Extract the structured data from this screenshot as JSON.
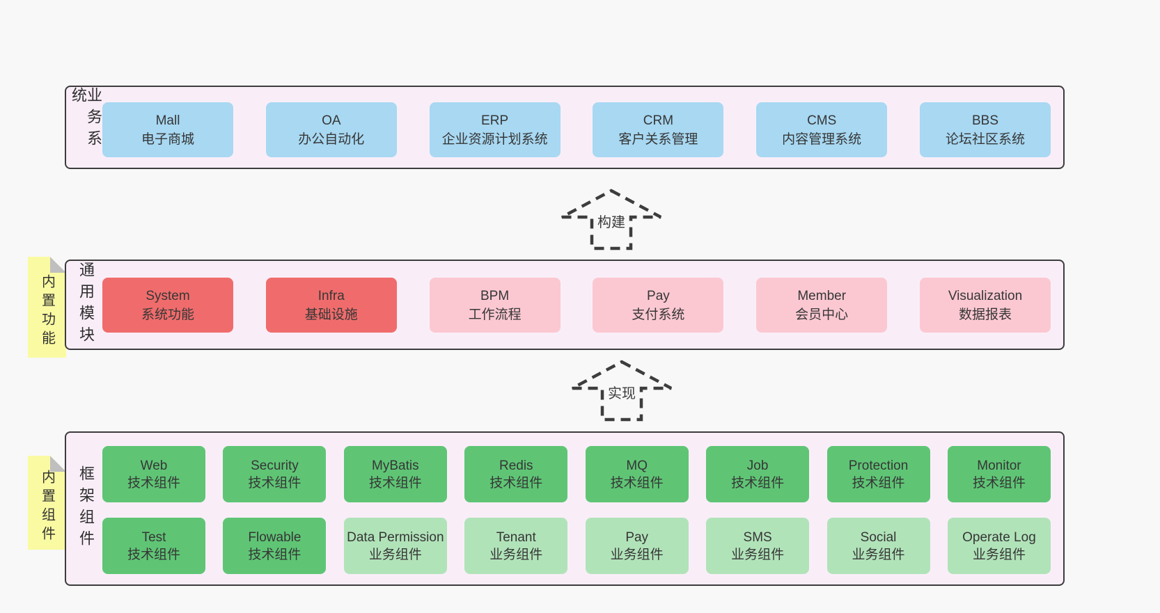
{
  "colors": {
    "page_bg": "#f8f8f8",
    "panel_bg": "#f9eef8",
    "panel_border": "#3c3c3c",
    "business_box": "#a8d8f2",
    "core_module_box": "#f06c6c",
    "optional_module_box": "#fbc8d2",
    "tech_component_box": "#5fc575",
    "biz_component_box": "#b1e3b9",
    "sticky_tag": "#fafaa2",
    "sticky_fold": "#bfbfbf"
  },
  "arrows": {
    "build": {
      "label": "构建"
    },
    "implement": {
      "label": "实现"
    }
  },
  "tags": {
    "builtin_features": "内置功能",
    "builtin_components": "内置组件"
  },
  "sections": {
    "business": {
      "label": "业务系统",
      "boxes": [
        {
          "name": "Mall",
          "desc": "电子商城"
        },
        {
          "name": "OA",
          "desc": "办公自动化"
        },
        {
          "name": "ERP",
          "desc": "企业资源计划系统"
        },
        {
          "name": "CRM",
          "desc": "客户关系管理"
        },
        {
          "name": "CMS",
          "desc": "内容管理系统"
        },
        {
          "name": "BBS",
          "desc": "论坛社区系统"
        }
      ]
    },
    "modules": {
      "label": "通用模块",
      "boxes": [
        {
          "name": "System",
          "desc": "系统功能"
        },
        {
          "name": "Infra",
          "desc": "基础设施"
        },
        {
          "name": "BPM",
          "desc": "工作流程"
        },
        {
          "name": "Pay",
          "desc": "支付系统"
        },
        {
          "name": "Member",
          "desc": "会员中心"
        },
        {
          "name": "Visualization",
          "desc": "数据报表"
        }
      ]
    },
    "framework": {
      "label": "框架组件",
      "row1": [
        {
          "name": "Web",
          "desc": "技术组件"
        },
        {
          "name": "Security",
          "desc": "技术组件"
        },
        {
          "name": "MyBatis",
          "desc": "技术组件"
        },
        {
          "name": "Redis",
          "desc": "技术组件"
        },
        {
          "name": "MQ",
          "desc": "技术组件"
        },
        {
          "name": "Job",
          "desc": "技术组件"
        },
        {
          "name": "Protection",
          "desc": "技术组件"
        },
        {
          "name": "Monitor",
          "desc": "技术组件"
        }
      ],
      "row2": [
        {
          "name": "Test",
          "desc": "技术组件"
        },
        {
          "name": "Flowable",
          "desc": "技术组件"
        },
        {
          "name": "Data Permission",
          "desc": "业务组件"
        },
        {
          "name": "Tenant",
          "desc": "业务组件"
        },
        {
          "name": "Pay",
          "desc": "业务组件"
        },
        {
          "name": "SMS",
          "desc": "业务组件"
        },
        {
          "name": "Social",
          "desc": "业务组件"
        },
        {
          "name": "Operate Log",
          "desc": "业务组件"
        }
      ]
    }
  }
}
